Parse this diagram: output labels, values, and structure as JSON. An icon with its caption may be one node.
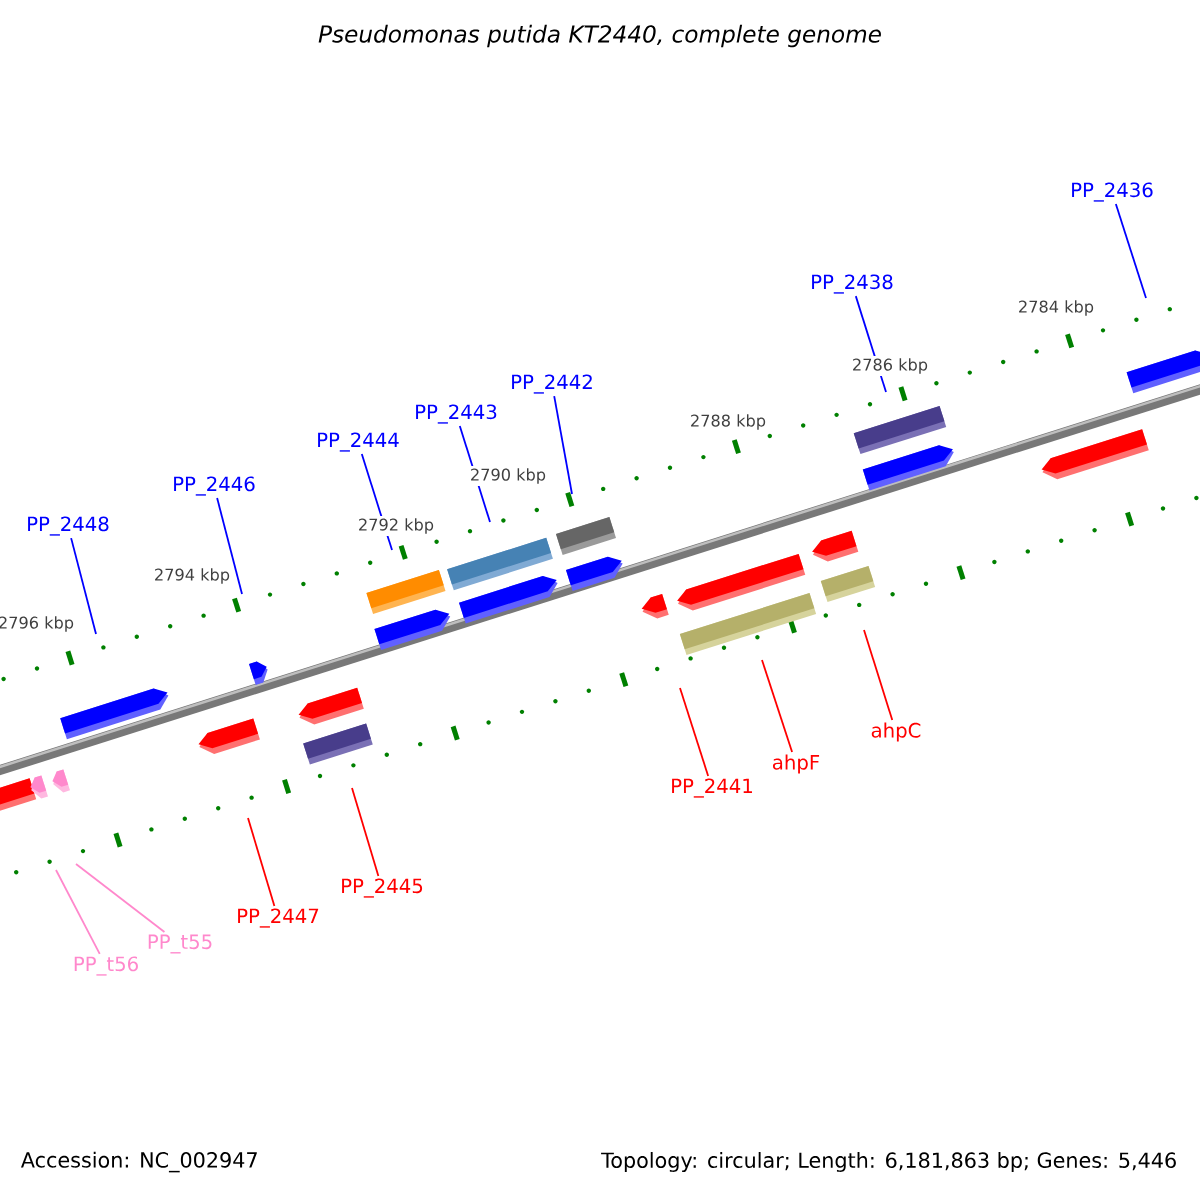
{
  "diagram": {
    "title": "Pseudomonas putida KT2440, complete genome",
    "nodes": [
      {
        "text": [
          "PP_2436"
        ]
      },
      {
        "text": [
          "PP_2438"
        ]
      },
      {
        "text": [
          "PP_2442"
        ]
      },
      {
        "text": [
          "PP_2443"
        ]
      },
      {
        "text": [
          "PP_2444"
        ]
      },
      {
        "text": [
          "PP_2446"
        ]
      },
      {
        "text": [
          "PP_2448"
        ]
      },
      {
        "text": [
          "ahpC"
        ]
      },
      {
        "text": [
          "ahpF"
        ]
      },
      {
        "text": [
          "PP_2441"
        ]
      },
      {
        "text": [
          "PP_2445"
        ]
      },
      {
        "text": [
          "PP_2447"
        ]
      },
      {
        "text": [
          "PP_t55"
        ]
      },
      {
        "text": [
          "PP_t56"
        ]
      }
    ],
    "edges": [
      {
        "from": 0,
        "to": null,
        "arrow": "none"
      },
      {
        "from": 1,
        "to": null,
        "arrow": "none"
      },
      {
        "from": 2,
        "to": null,
        "arrow": "none"
      },
      {
        "from": 3,
        "to": null,
        "arrow": "none"
      },
      {
        "from": 4,
        "to": null,
        "arrow": "none"
      },
      {
        "from": 5,
        "to": null,
        "arrow": "none"
      },
      {
        "from": 6,
        "to": null,
        "arrow": "none"
      },
      {
        "from": 7,
        "to": null,
        "arrow": "none",
        "color": "#ff0000"
      },
      {
        "from": 8,
        "to": null,
        "arrow": "none",
        "color": "#ff0000"
      },
      {
        "from": 9,
        "to": null,
        "arrow": "none",
        "color": "#ff0000"
      },
      {
        "from": 10,
        "to": null,
        "arrow": "none",
        "color": "#ff0000"
      },
      {
        "from": 11,
        "to": null,
        "arrow": "none",
        "color": "#ff0000"
      },
      {
        "from": 12,
        "to": null,
        "arrow": "none",
        "color": "#ff88cc"
      },
      {
        "from": 13,
        "to": null,
        "arrow": "none",
        "color": "#ff88cc"
      }
    ],
    "labels": [
      "2784 kbp",
      "2786 kbp",
      "2788 kbp",
      "2790 kbp",
      "2792 kbp",
      "2794 kbp",
      "2796 kbp",
      "Accession: NC_002947",
      "Topology: circular; Length: 6,181,863 bp; Genes: 5,446"
    ]
  }
}
